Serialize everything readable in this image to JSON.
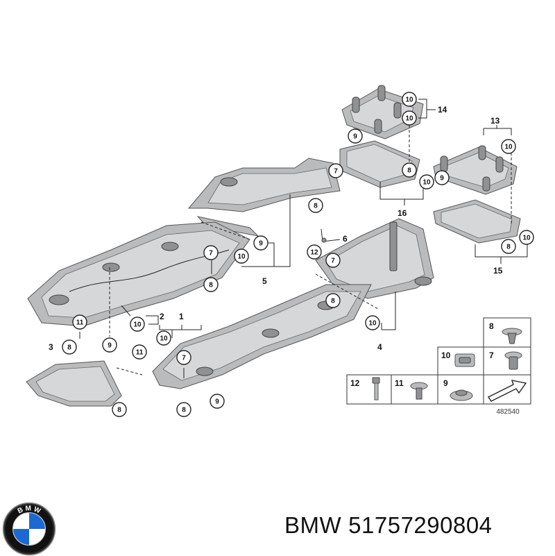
{
  "caption": {
    "brand": "BMW",
    "part_number": "51757290804"
  },
  "logo": {
    "icon": "bmw-roundel-icon",
    "letters": [
      "B",
      "M",
      "W"
    ],
    "colors": {
      "blue": "#1c69d4",
      "black": "#111111",
      "white": "#ffffff"
    }
  },
  "diagram": {
    "reference_number": "482540",
    "callouts": [
      {
        "id": "c1",
        "label": "10"
      },
      {
        "id": "c2",
        "label": "9"
      },
      {
        "id": "c3",
        "label": "10"
      },
      {
        "id": "c4",
        "label": "8"
      },
      {
        "id": "c5",
        "label": "10"
      },
      {
        "id": "c6",
        "label": "10"
      },
      {
        "id": "c7",
        "label": "9"
      },
      {
        "id": "c8",
        "label": "8"
      },
      {
        "id": "c9",
        "label": "10"
      },
      {
        "id": "c10",
        "label": "7"
      },
      {
        "id": "c11",
        "label": "8"
      },
      {
        "id": "c12",
        "label": "9"
      },
      {
        "id": "c13",
        "label": "10"
      },
      {
        "id": "c14",
        "label": "7"
      },
      {
        "id": "c15",
        "label": "8"
      },
      {
        "id": "c16",
        "label": "12"
      },
      {
        "id": "c17",
        "label": "7"
      },
      {
        "id": "c18",
        "label": "8"
      },
      {
        "id": "c19",
        "label": "10"
      },
      {
        "id": "c20",
        "label": "11"
      },
      {
        "id": "c21",
        "label": "10"
      },
      {
        "id": "c22",
        "label": "8"
      },
      {
        "id": "c23",
        "label": "9"
      },
      {
        "id": "c24",
        "label": "10"
      },
      {
        "id": "c25",
        "label": "11"
      },
      {
        "id": "c26",
        "label": "7"
      },
      {
        "id": "c27",
        "label": "8"
      },
      {
        "id": "c28",
        "label": "9"
      },
      {
        "id": "c29",
        "label": "8"
      }
    ],
    "group_labels": [
      {
        "id": "g14",
        "label": "14"
      },
      {
        "id": "g13",
        "label": "13"
      },
      {
        "id": "g16",
        "label": "16"
      },
      {
        "id": "g6",
        "label": "6"
      },
      {
        "id": "g15",
        "label": "15"
      },
      {
        "id": "g5",
        "label": "5"
      },
      {
        "id": "g2",
        "label": "2"
      },
      {
        "id": "g1",
        "label": "1"
      },
      {
        "id": "g4",
        "label": "4"
      },
      {
        "id": "g3",
        "label": "3"
      }
    ],
    "legend": [
      {
        "id": "l8",
        "label": "8"
      },
      {
        "id": "l10",
        "label": "10"
      },
      {
        "id": "l7",
        "label": "7"
      },
      {
        "id": "l12",
        "label": "12"
      },
      {
        "id": "l11",
        "label": "11"
      },
      {
        "id": "l9",
        "label": "9"
      }
    ]
  }
}
